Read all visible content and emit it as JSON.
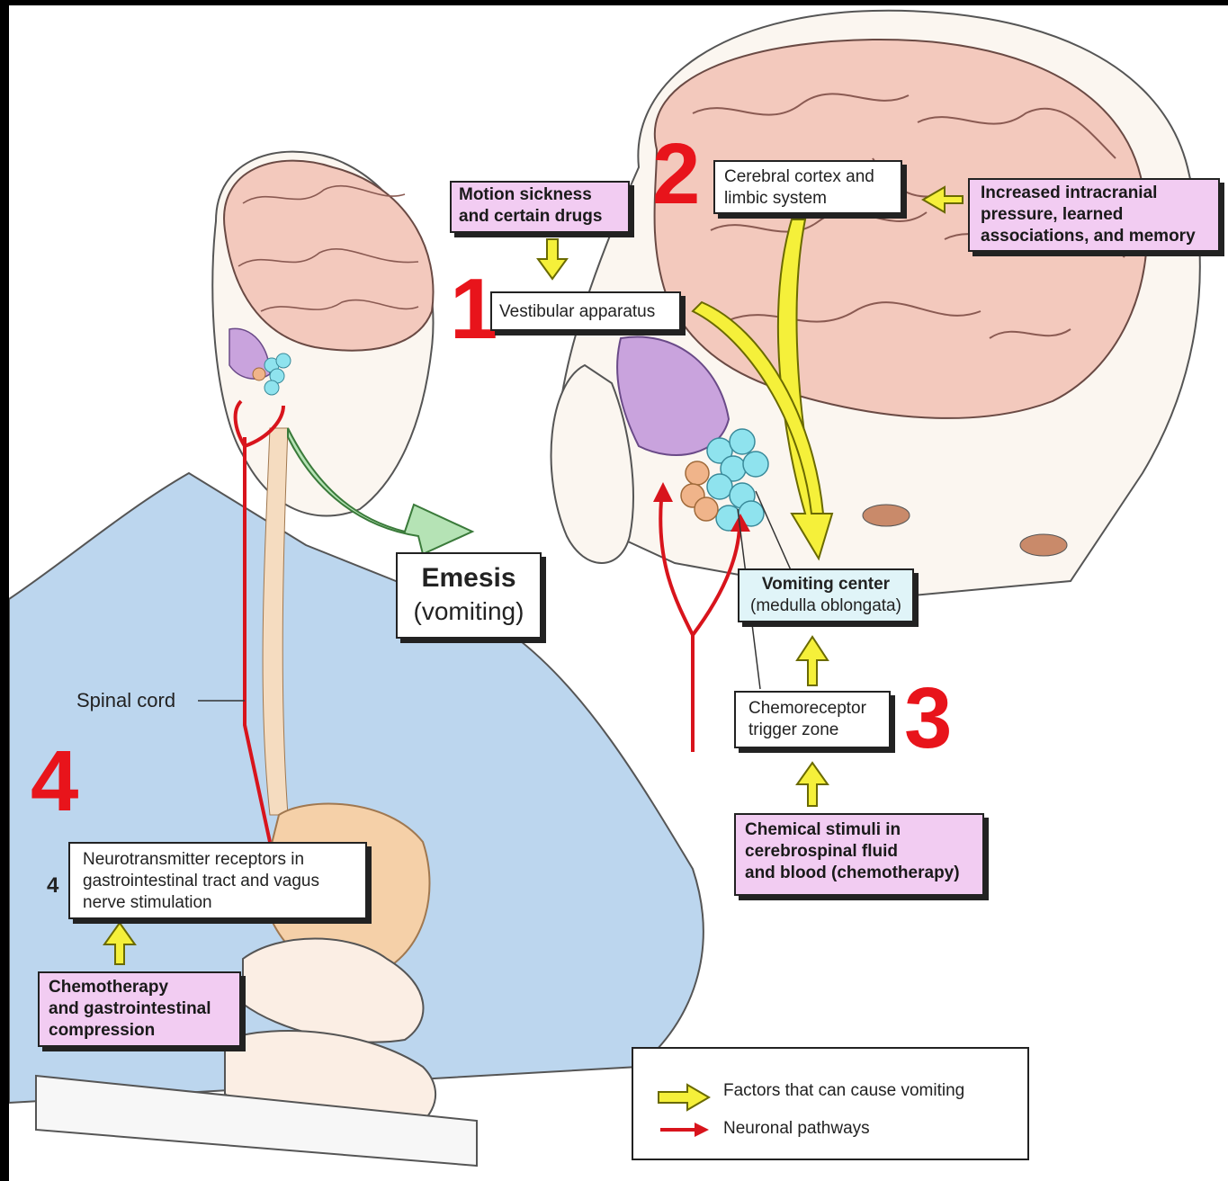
{
  "stage_numbers": {
    "n1": "1",
    "n2": "2",
    "n3": "3",
    "n4": "4"
  },
  "small_four": "4",
  "labels": {
    "motion": [
      "Motion sickness",
      "and certain drugs"
    ],
    "cortex": [
      "Cerebral cortex and",
      "limbic system"
    ],
    "intracranial": [
      "Increased intracranial",
      "pressure, learned",
      "associations, and memory"
    ],
    "vestibular": "Vestibular apparatus",
    "emesis_title": "Emesis",
    "emesis_sub": "(vomiting)",
    "vomiting_center": "Vomiting center",
    "medulla": "(medulla oblongata)",
    "ctz": [
      "Chemoreceptor",
      "trigger zone"
    ],
    "chemical": [
      "Chemical stimuli in",
      "cerebrospinal fluid",
      "and blood (chemotherapy)"
    ],
    "spinal_cord": "Spinal cord",
    "neurotransmitter": [
      "Neurotransmitter receptors in",
      "gastrointestinal tract and vagus",
      "nerve stimulation"
    ],
    "chemo_gi": [
      "Chemotherapy",
      "and gastrointestinal",
      "compression"
    ]
  },
  "legend": {
    "factors": "Factors that can cause vomiting",
    "pathways": "Neuronal pathways"
  },
  "colors": {
    "number_red": "#e8141b",
    "factor_box": "#f2ccf2",
    "factor_arrow": "#f5f03a",
    "neural_path": "#d8141c",
    "vomiting_center_box": "#e0f4f8"
  }
}
